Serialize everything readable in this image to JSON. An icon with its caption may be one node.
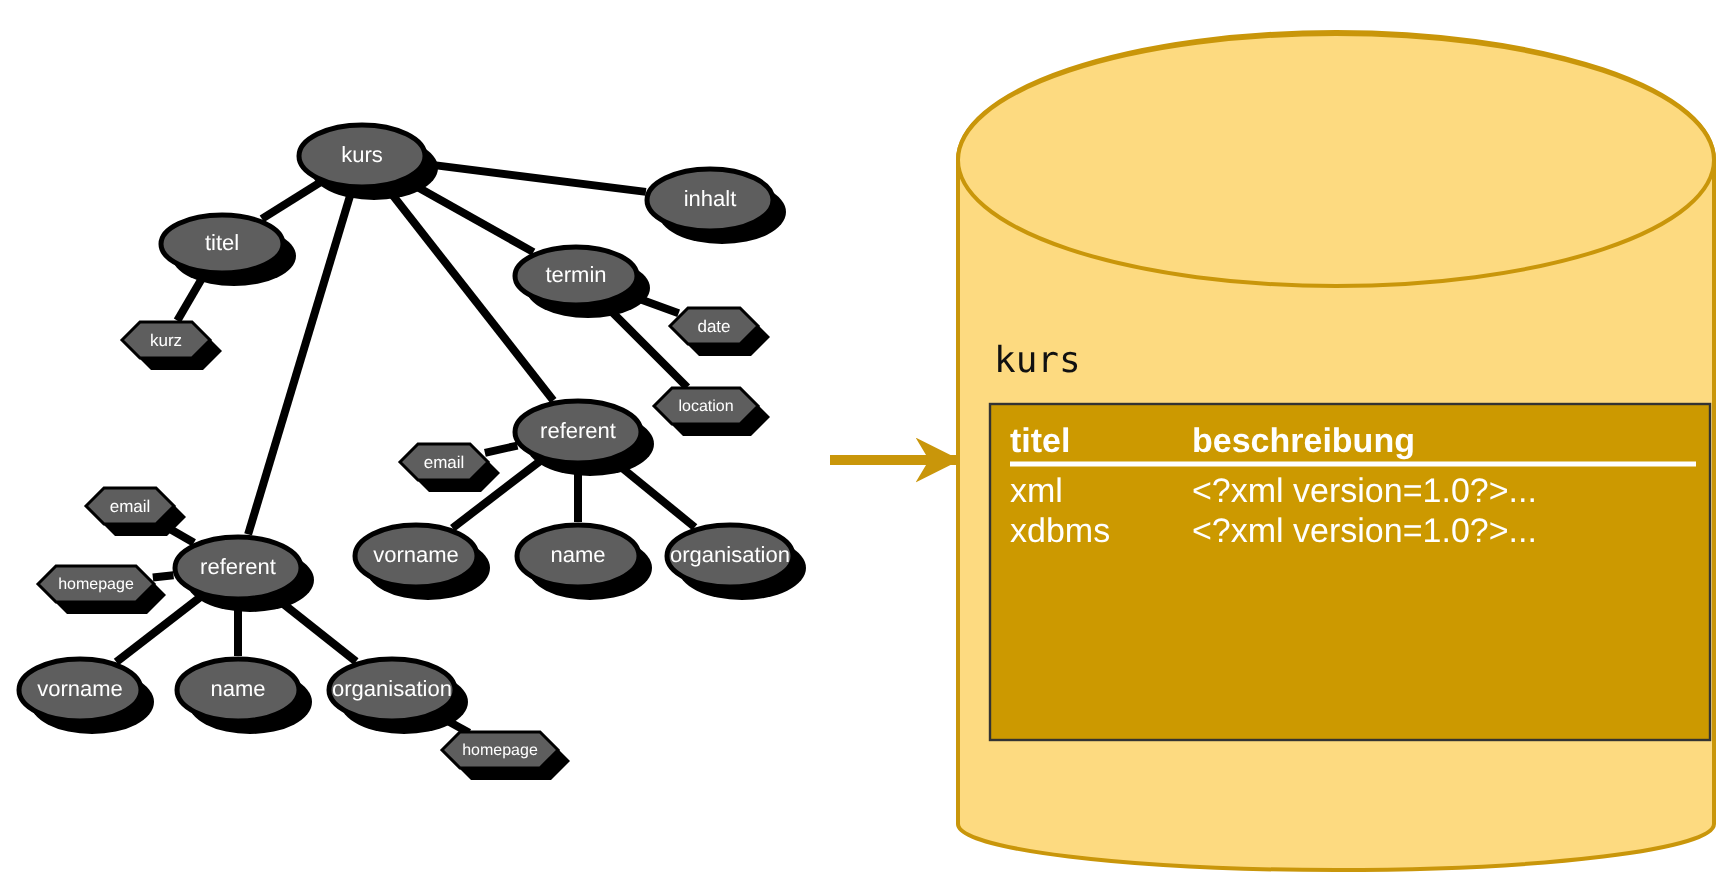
{
  "diagram": {
    "nodes": [
      {
        "text": [
          "kurs"
        ]
      },
      {
        "text": [
          "titel"
        ]
      },
      {
        "text": [
          "inhalt"
        ]
      },
      {
        "text": [
          "termin"
        ]
      },
      {
        "text": [
          "kurz"
        ]
      },
      {
        "text": [
          "date"
        ]
      },
      {
        "text": [
          "location"
        ]
      },
      {
        "text": [
          "referent"
        ]
      },
      {
        "text": [
          "email"
        ]
      },
      {
        "text": [
          "vorname"
        ]
      },
      {
        "text": [
          "name"
        ]
      },
      {
        "text": [
          "organisation"
        ]
      },
      {
        "text": [
          "email"
        ]
      },
      {
        "text": [
          "referent"
        ]
      },
      {
        "text": [
          "homepage"
        ]
      },
      {
        "text": [
          "vorname"
        ]
      },
      {
        "text": [
          "name"
        ]
      },
      {
        "text": [
          "organisation"
        ]
      },
      {
        "text": [
          "homepage"
        ]
      },
      {
        "text": [
          "kurs"
        ]
      }
    ],
    "edges": [
      {
        "from": 0,
        "to": 1,
        "arrow": "none"
      },
      {
        "from": 0,
        "to": 2,
        "arrow": "none"
      },
      {
        "from": 0,
        "to": 3,
        "arrow": "none"
      },
      {
        "from": 0,
        "to": 7,
        "arrow": "none"
      },
      {
        "from": 0,
        "to": 13,
        "arrow": "none"
      },
      {
        "from": 1,
        "to": 4,
        "arrow": "none"
      },
      {
        "from": 3,
        "to": 5,
        "arrow": "none"
      },
      {
        "from": 3,
        "to": 6,
        "arrow": "none"
      },
      {
        "from": 7,
        "to": 8,
        "arrow": "none"
      },
      {
        "from": 7,
        "to": 9,
        "arrow": "none"
      },
      {
        "from": 7,
        "to": 10,
        "arrow": "none"
      },
      {
        "from": 7,
        "to": 11,
        "arrow": "none"
      },
      {
        "from": 13,
        "to": 12,
        "arrow": "none"
      },
      {
        "from": 13,
        "to": 14,
        "arrow": "none"
      },
      {
        "from": 13,
        "to": 15,
        "arrow": "none"
      },
      {
        "from": 13,
        "to": 16,
        "arrow": "none"
      },
      {
        "from": 13,
        "to": 17,
        "arrow": "none"
      },
      {
        "from": 17,
        "to": 18,
        "arrow": "none"
      },
      {
        "from": null,
        "to": 19,
        "arrow": "to",
        "color": "#c9960a"
      }
    ],
    "labels": [
      "titel",
      "beschreibung",
      "xml",
      "<?xml version=1.0?>...",
      "xdbms",
      "<?xml version=1.0?>..."
    ]
  }
}
